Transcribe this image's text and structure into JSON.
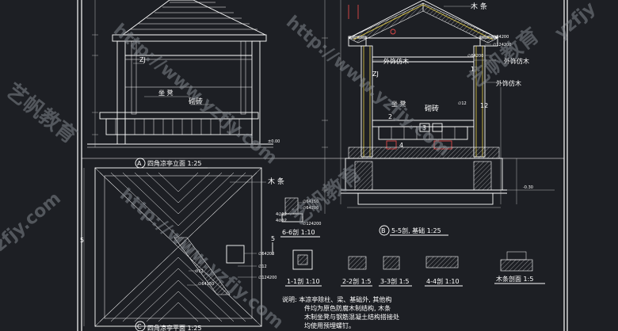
{
  "labels": {
    "mutiao_top": "木 条",
    "mutiao_plan": "木 条",
    "zj_left": "ZJ",
    "zj_right": "ZJ",
    "zuoyi_left": "坐 凳",
    "zuoyi_right": "坐 凳",
    "qizhuan_left": "砌砖",
    "qizhuan_right": "砌砖",
    "waishi_1": "外饰仿木",
    "waishi_2": "外饰仿木",
    "waishi_3": "外饰仿木",
    "dim_84200": "∅84200",
    "dim_124200": "∅124200",
    "dim_64200": "∅64200",
    "dim_12_a": "∅12",
    "dim_64150_a": "∅64150",
    "dim_4_12": "4∅12",
    "dim_64200_b": "∅64200",
    "dim_124200_b": "∅124200",
    "dim_4_12_b": "4∅12",
    "dim_64200_c": "∅64200",
    "dim_12_b": "∅12",
    "dim_124200_c": "∅124200",
    "dim_64150_b": "∅64150",
    "dim_12_c": "∅12",
    "num_12": "12",
    "num_1": "1",
    "num_2": "2",
    "num_3": "3",
    "num_4": "4",
    "num_5_left": "5",
    "num_5_right": "5",
    "elev_left": "±0.00",
    "elev_right": "-0.30"
  },
  "titles": {
    "elevation": "四角凉亭立面 1:25",
    "elevation_mark": "A",
    "section": "5-5剖, 基础 1:25",
    "section_mark": "B",
    "plan": "四角凉亭平面 1:25",
    "plan_mark": "C",
    "sec66": "6-6剖 1:10",
    "sec11": "1-1剖 1:10",
    "sec22": "2-2剖 1:5",
    "sec33": "3-3剖 1:5",
    "sec44": "4-4剖 1:10",
    "mutiao_section": "木条剖面 1:5"
  },
  "notes": {
    "line1": "说明: 本凉亭除柱、梁、基础外, 其他构",
    "line2": "件均为原色防腐木制结构, 木条",
    "line3": "木制坐凳与钢筋混凝土结构搭接处",
    "line4": "均使用预埋螺钉。"
  },
  "watermarks": {
    "brand": "艺帆教育",
    "url": "http://www.yzfjy.com",
    "partial_right": "yzfjy",
    "partial_left": "zfjy.com"
  },
  "colors": {
    "background": "#1d1f24",
    "line": "#ffffff",
    "accent_yellow": "#e8d24a",
    "accent_red": "#e04848"
  }
}
